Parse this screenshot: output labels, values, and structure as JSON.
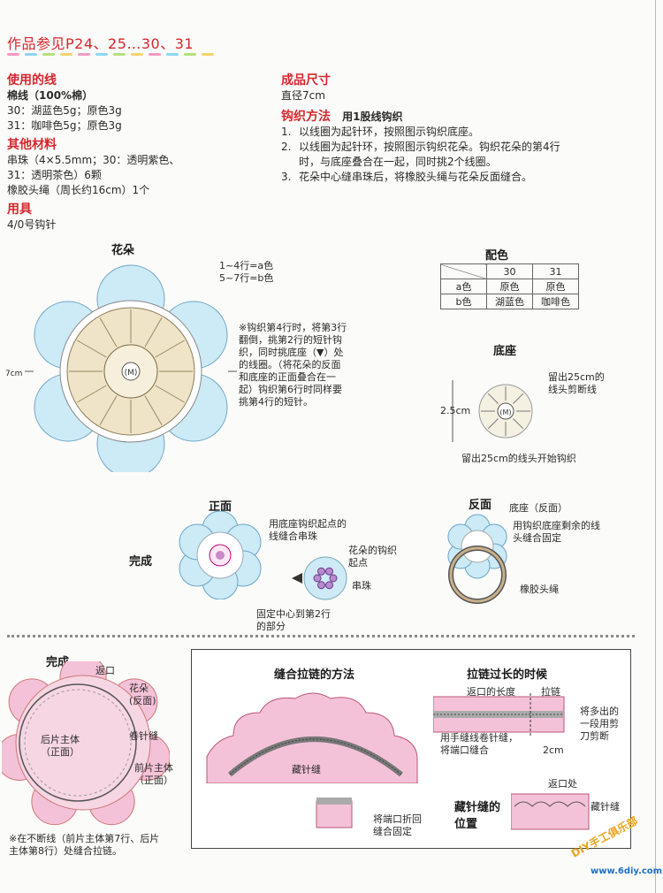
{
  "header": {
    "title": "作品参见P24、25…30、31"
  },
  "dot_colors": [
    "#f39ac2",
    "#8ad7f0",
    "#b4e07a",
    "#f6d36c",
    "#f39ac2",
    "#8ad7f0",
    "#b4e07a",
    "#f6d36c",
    "#f39ac2",
    "#8ad7f0",
    "#b4e07a",
    "#f6d36c"
  ],
  "materials": {
    "yarn_heading": "使用的线",
    "yarn_lines": [
      "棉线（100%棉）",
      "30：湖蓝色5g；原色3g",
      "31：咖啡色5g；原色3g"
    ],
    "other_heading": "其他材料",
    "other_lines": [
      "串珠（4×5.5mm；30：透明紫色、",
      "31：透明茶色）6颗",
      "橡胶头绳（周长约16cm）1个"
    ],
    "tools_heading": "用具",
    "tools_lines": [
      "4/0号钩针"
    ]
  },
  "size": {
    "heading": "成品尺寸",
    "value": "直径7cm"
  },
  "method": {
    "heading": "钩织方法",
    "sub": "用1股线钩织",
    "steps": [
      {
        "num": "1.",
        "text": "以线圈为起针环，按照图示钩织底座。"
      },
      {
        "num": "2.",
        "text": "以线圈为起针环，按照图示钩织花朵。钩织花朵的第4行"
      },
      {
        "num": "",
        "text": "时，与底座叠合在一起，同时挑2个线圈。"
      },
      {
        "num": "3.",
        "text": "花朵中心缝串珠后，将橡胶头绳与花朵反面缝合。"
      }
    ]
  },
  "flower": {
    "title": "花朵",
    "rows_a": "1~4行=a色",
    "rows_b": "5~7行=b色",
    "dim": "7cm",
    "note": [
      "※钩织第4行时，将第3行",
      "翻倒，挑第2行的短针钩",
      "织，同时挑底座（▼）处",
      "的线圈。（将花朵的反面",
      "和底座的正面叠合在一",
      "起）钩织第6行时同样要",
      "挑第4行的短针。"
    ],
    "center_label": "(M)"
  },
  "color_table": {
    "title": "配色",
    "header": [
      "",
      "30",
      "31"
    ],
    "rows": [
      [
        "a色",
        "原色",
        "原色"
      ],
      [
        "b色",
        "湖蓝色",
        "咖啡色"
      ]
    ]
  },
  "base": {
    "title": "底座",
    "dim": "2.5cm",
    "note_top": [
      "留出25cm的",
      "线头剪断线"
    ],
    "note_bottom": "留出25cm的线头开始钩织",
    "center_label": "(M)"
  },
  "finish": {
    "front_title": "正面",
    "back_title": "反面",
    "label": "完成",
    "front_note": [
      "用底座钩织起点的",
      "线缝合串珠"
    ],
    "start_note": [
      "花朵的钩织",
      "起点"
    ],
    "bead_label": "串珠",
    "fix_note": [
      "固定中心到第2行",
      "的部分"
    ],
    "back_base": "底座（反面）",
    "back_note": [
      "用钩织底座剩余的线",
      "头缝合固定"
    ],
    "rubber": "橡胶头绳"
  },
  "pouch": {
    "title": "完成",
    "opening": "返口",
    "flower_back": [
      "花朵",
      "(反面)"
    ],
    "back_body": [
      "后片主体",
      "（正面）"
    ],
    "whip": "卷针缝",
    "front_body": [
      "前片主体",
      "（正面）"
    ],
    "note": [
      "※在不断线（前片主体第7行、后片",
      "主体第8行）处缝合拉链。"
    ]
  },
  "zipper": {
    "sew_title": "缝合拉链的方法",
    "long_title": "拉链过长的时候",
    "opening_len": "返口的长度",
    "zip_label": "拉链",
    "cut_note": [
      "将多出的",
      "一段用剪",
      "刀剪断"
    ],
    "roll_note": [
      "用手缝线卷针缝，",
      "将端口缝合"
    ],
    "len_2cm": "2cm",
    "hidden": "藏针缝",
    "fold_note": [
      "将端口折回",
      "缝合固定"
    ],
    "hidden_pos": [
      "藏针缝的",
      "位置"
    ],
    "opening2": "返口处",
    "hidden2": "藏针缝"
  },
  "watermark": {
    "brand": "DIY手工俱乐部",
    "url": "www.6diy.com"
  }
}
